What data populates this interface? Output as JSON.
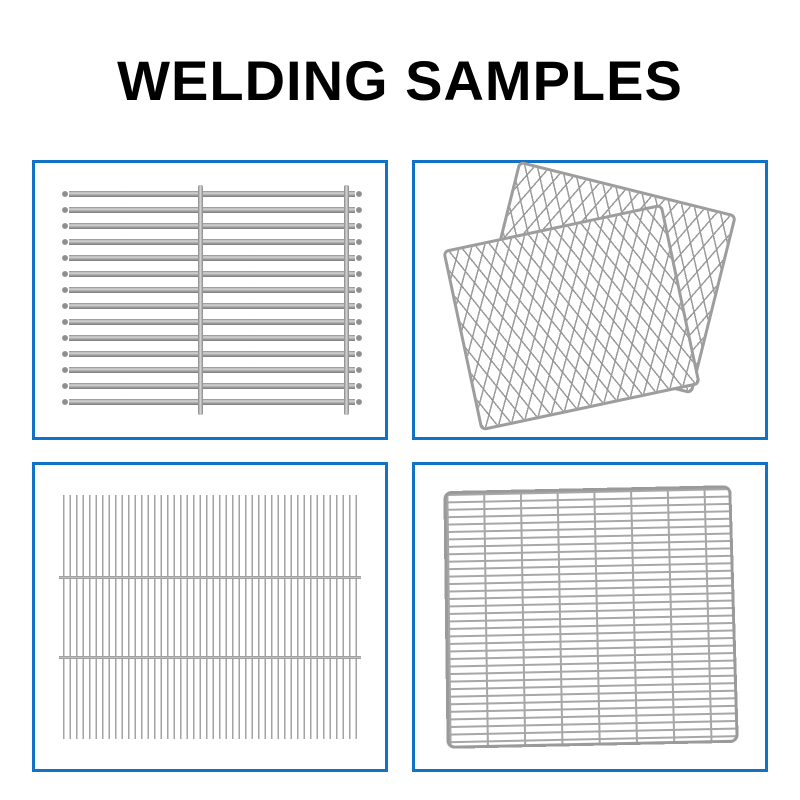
{
  "title": "WELDING SAMPLES",
  "colors": {
    "background": "#ffffff",
    "panel_border": "#1273c6",
    "wire": "#a0a0a0",
    "title_text": "#000000"
  },
  "panels": [
    {
      "name": "horizontal-rod-grate"
    },
    {
      "name": "overlapping-wire-mesh-trays"
    },
    {
      "name": "vertical-wire-grate"
    },
    {
      "name": "fine-wire-mesh-tray"
    }
  ]
}
